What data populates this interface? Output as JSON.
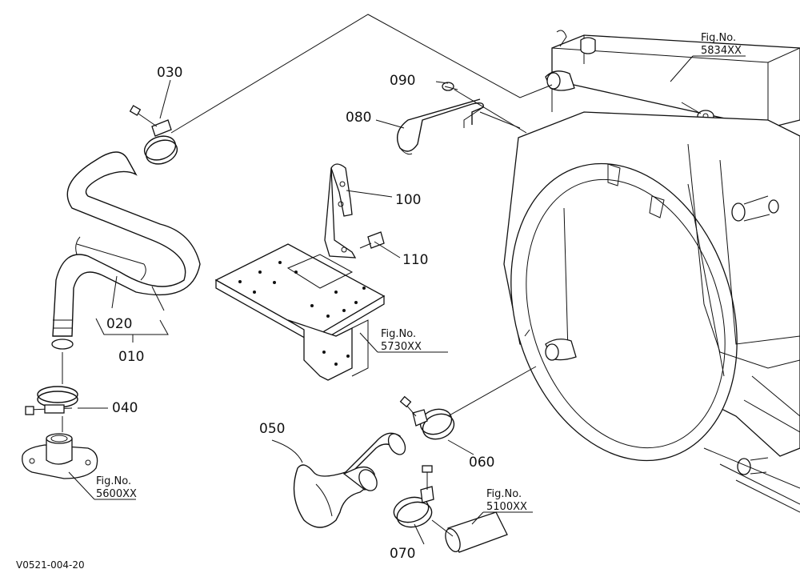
{
  "diagram": {
    "drawing_code": "V0521-004-20",
    "parts": [
      {
        "id": "p010",
        "number": "010"
      },
      {
        "id": "p020",
        "number": "020"
      },
      {
        "id": "p030",
        "number": "030"
      },
      {
        "id": "p040",
        "number": "040"
      },
      {
        "id": "p050",
        "number": "050"
      },
      {
        "id": "p060",
        "number": "060"
      },
      {
        "id": "p070",
        "number": "070"
      },
      {
        "id": "p080",
        "number": "080"
      },
      {
        "id": "p090",
        "number": "090"
      },
      {
        "id": "p100",
        "number": "100"
      },
      {
        "id": "p110",
        "number": "110"
      }
    ],
    "figure_refs": [
      {
        "id": "f5834",
        "title": "Fig.No.",
        "number": "5834XX"
      },
      {
        "id": "f5730",
        "title": "Fig.No.",
        "number": "5730XX"
      },
      {
        "id": "f5600",
        "title": "Fig.No.",
        "number": "5600XX"
      },
      {
        "id": "f5100",
        "title": "Fig.No.",
        "number": "5100XX"
      }
    ]
  }
}
